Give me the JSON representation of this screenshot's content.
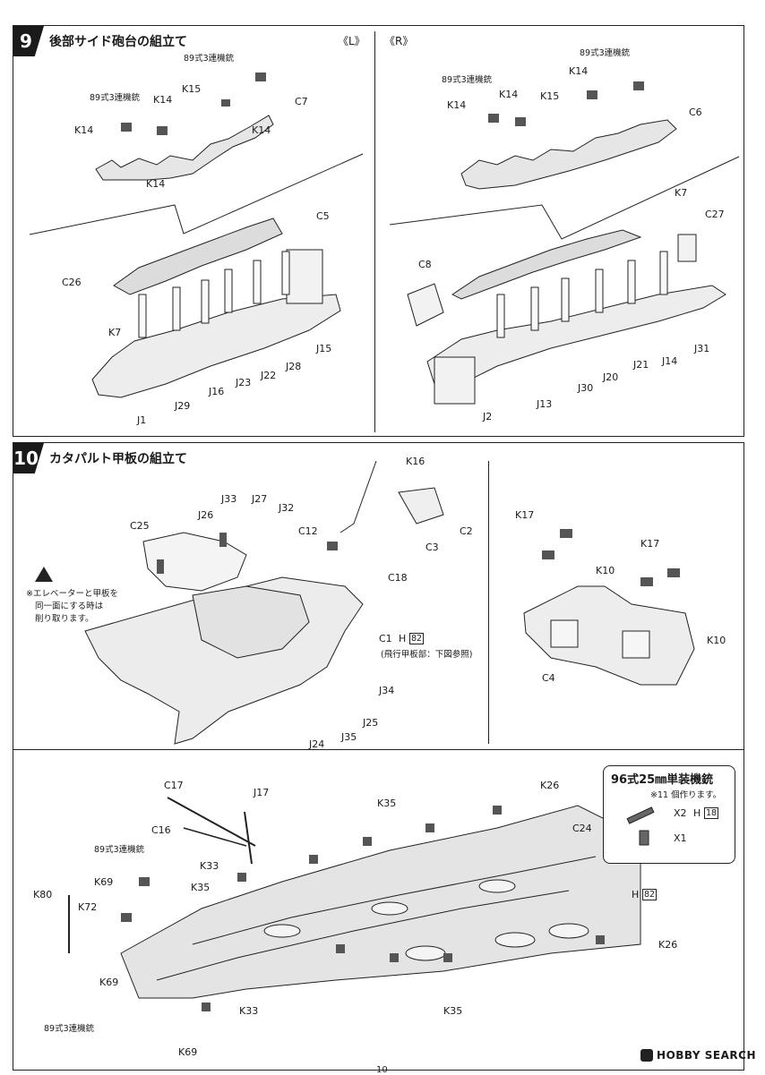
{
  "step9": {
    "num": "9",
    "title": "後部サイド砲台の組立て",
    "left_tag": "《L》",
    "right_tag": "《R》",
    "left_labels": {
      "mg_a": "89式3連機銃",
      "mg_b": "89式3連機銃",
      "k14_a": "K14",
      "k14_b": "K14",
      "k14_c": "K14",
      "k14_d": "K14",
      "k15": "K15",
      "c7": "C7",
      "c5": "C5",
      "c26": "C26",
      "k7": "K7",
      "j15": "J15",
      "j28": "J28",
      "j22": "J22",
      "j23": "J23",
      "j16": "J16",
      "j29": "J29",
      "j1": "J1"
    },
    "right_labels": {
      "mg_a": "89式3連機銃",
      "mg_b": "89式3連機銃",
      "k14_a": "K14",
      "k14_b": "K14",
      "k14_c": "K14",
      "k15": "K15",
      "c6": "C6",
      "k7": "K7",
      "c27": "C27",
      "c8": "C8",
      "j31": "J31",
      "j14": "J14",
      "j21": "J21",
      "j20": "J20",
      "j30": "J30",
      "j13": "J13",
      "j2": "J2"
    }
  },
  "step10": {
    "num": "10",
    "title": "カタパルト甲板の組立て",
    "warning_note_1": "※エレベーターと甲板を",
    "warning_note_2": "同一面にする時は",
    "warning_note_3": "削り取ります。",
    "labels": {
      "c25": "C25",
      "j26": "J26",
      "j33": "J33",
      "j27": "J27",
      "j32": "J32",
      "c12": "C12",
      "c18": "C18",
      "c1": "C1",
      "h": "H",
      "h_num": "82",
      "c1_note": "(飛行甲板部：下図参照)",
      "j34": "J34",
      "j25": "J25",
      "j35": "J35",
      "j24": "J24",
      "k16": "K16",
      "c2": "C2",
      "c3": "C3",
      "k17_a": "K17",
      "k17_b": "K17",
      "k10_a": "K10",
      "k10_b": "K10",
      "c4": "C4"
    },
    "lower_labels": {
      "c17": "C17",
      "j17": "J17",
      "c16": "C16",
      "mg_a": "89式3連機銃",
      "k33_a": "K33",
      "k33_b": "K33",
      "k35_a": "K35",
      "k35_b": "K35",
      "k35_c": "K35",
      "k69_a": "K69",
      "k69_b": "K69",
      "k69_c": "K69",
      "k80": "K80",
      "k72": "K72",
      "mg_b": "89式3連機銃",
      "k26_a": "K26",
      "k26_b": "K26",
      "c24": "C24",
      "h": "H",
      "h_num": "82"
    },
    "inset": {
      "title": "96式25㎜単装機銃",
      "note": "※11 個作ります。",
      "x2": "X2",
      "h": "H",
      "h_num": "18",
      "x1": "X1"
    }
  },
  "footer": {
    "page": "10",
    "brand": "HOBBY SEARCH"
  }
}
